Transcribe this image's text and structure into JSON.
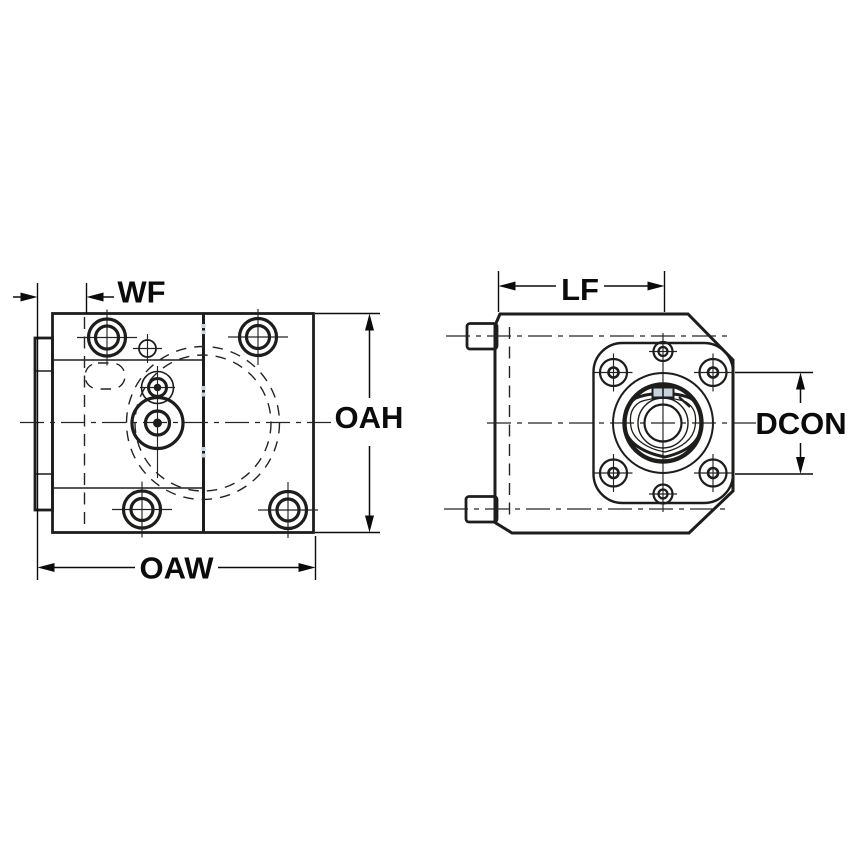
{
  "drawing": {
    "labels": {
      "wf": "WF",
      "lf": "LF",
      "oah": "OAH",
      "oaw": "OAW",
      "dcon": "DCON"
    },
    "colors": {
      "background": "#ffffff",
      "body_fill": "#c4d3de",
      "outline": "#1d1d1b",
      "dimension": "#0b0b0b"
    }
  }
}
